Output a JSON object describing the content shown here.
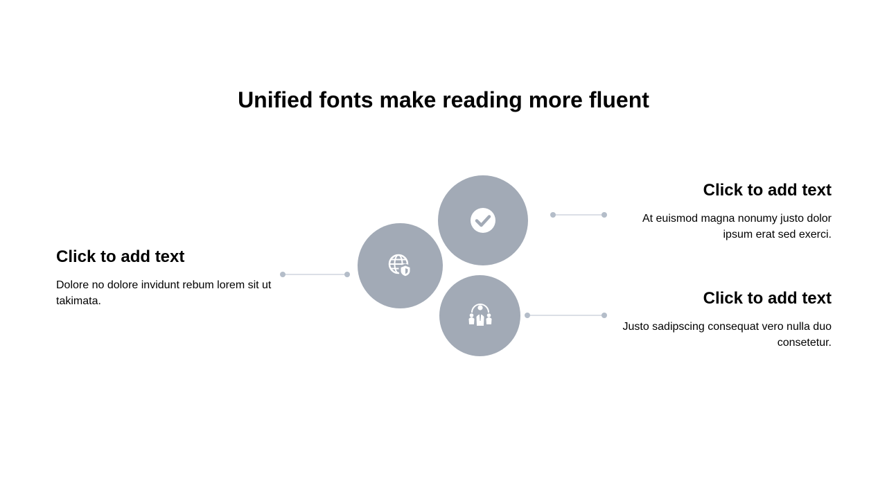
{
  "slide": {
    "title": "Unified fonts make reading more fluent"
  },
  "items": {
    "left": {
      "heading": "Click to add text",
      "body": "Dolore no dolore invidunt rebum lorem sit ut takimata."
    },
    "right_top": {
      "heading": "Click to add text",
      "body": "At euismod magna nonumy justo dolor ipsum erat sed exerci."
    },
    "right_bottom": {
      "heading": "Click to add text",
      "body": "Justo sadipscing consequat vero nulla duo consetetur."
    }
  },
  "icons": {
    "top": "check-icon",
    "left": "globe-shield-icon",
    "bottom": "team-icon"
  },
  "colors": {
    "circle_fill": "#a2aab6",
    "connector": "#c5ccd6",
    "connector_dot": "#b4bdc9",
    "text": "#000000",
    "icon": "#ffffff"
  }
}
